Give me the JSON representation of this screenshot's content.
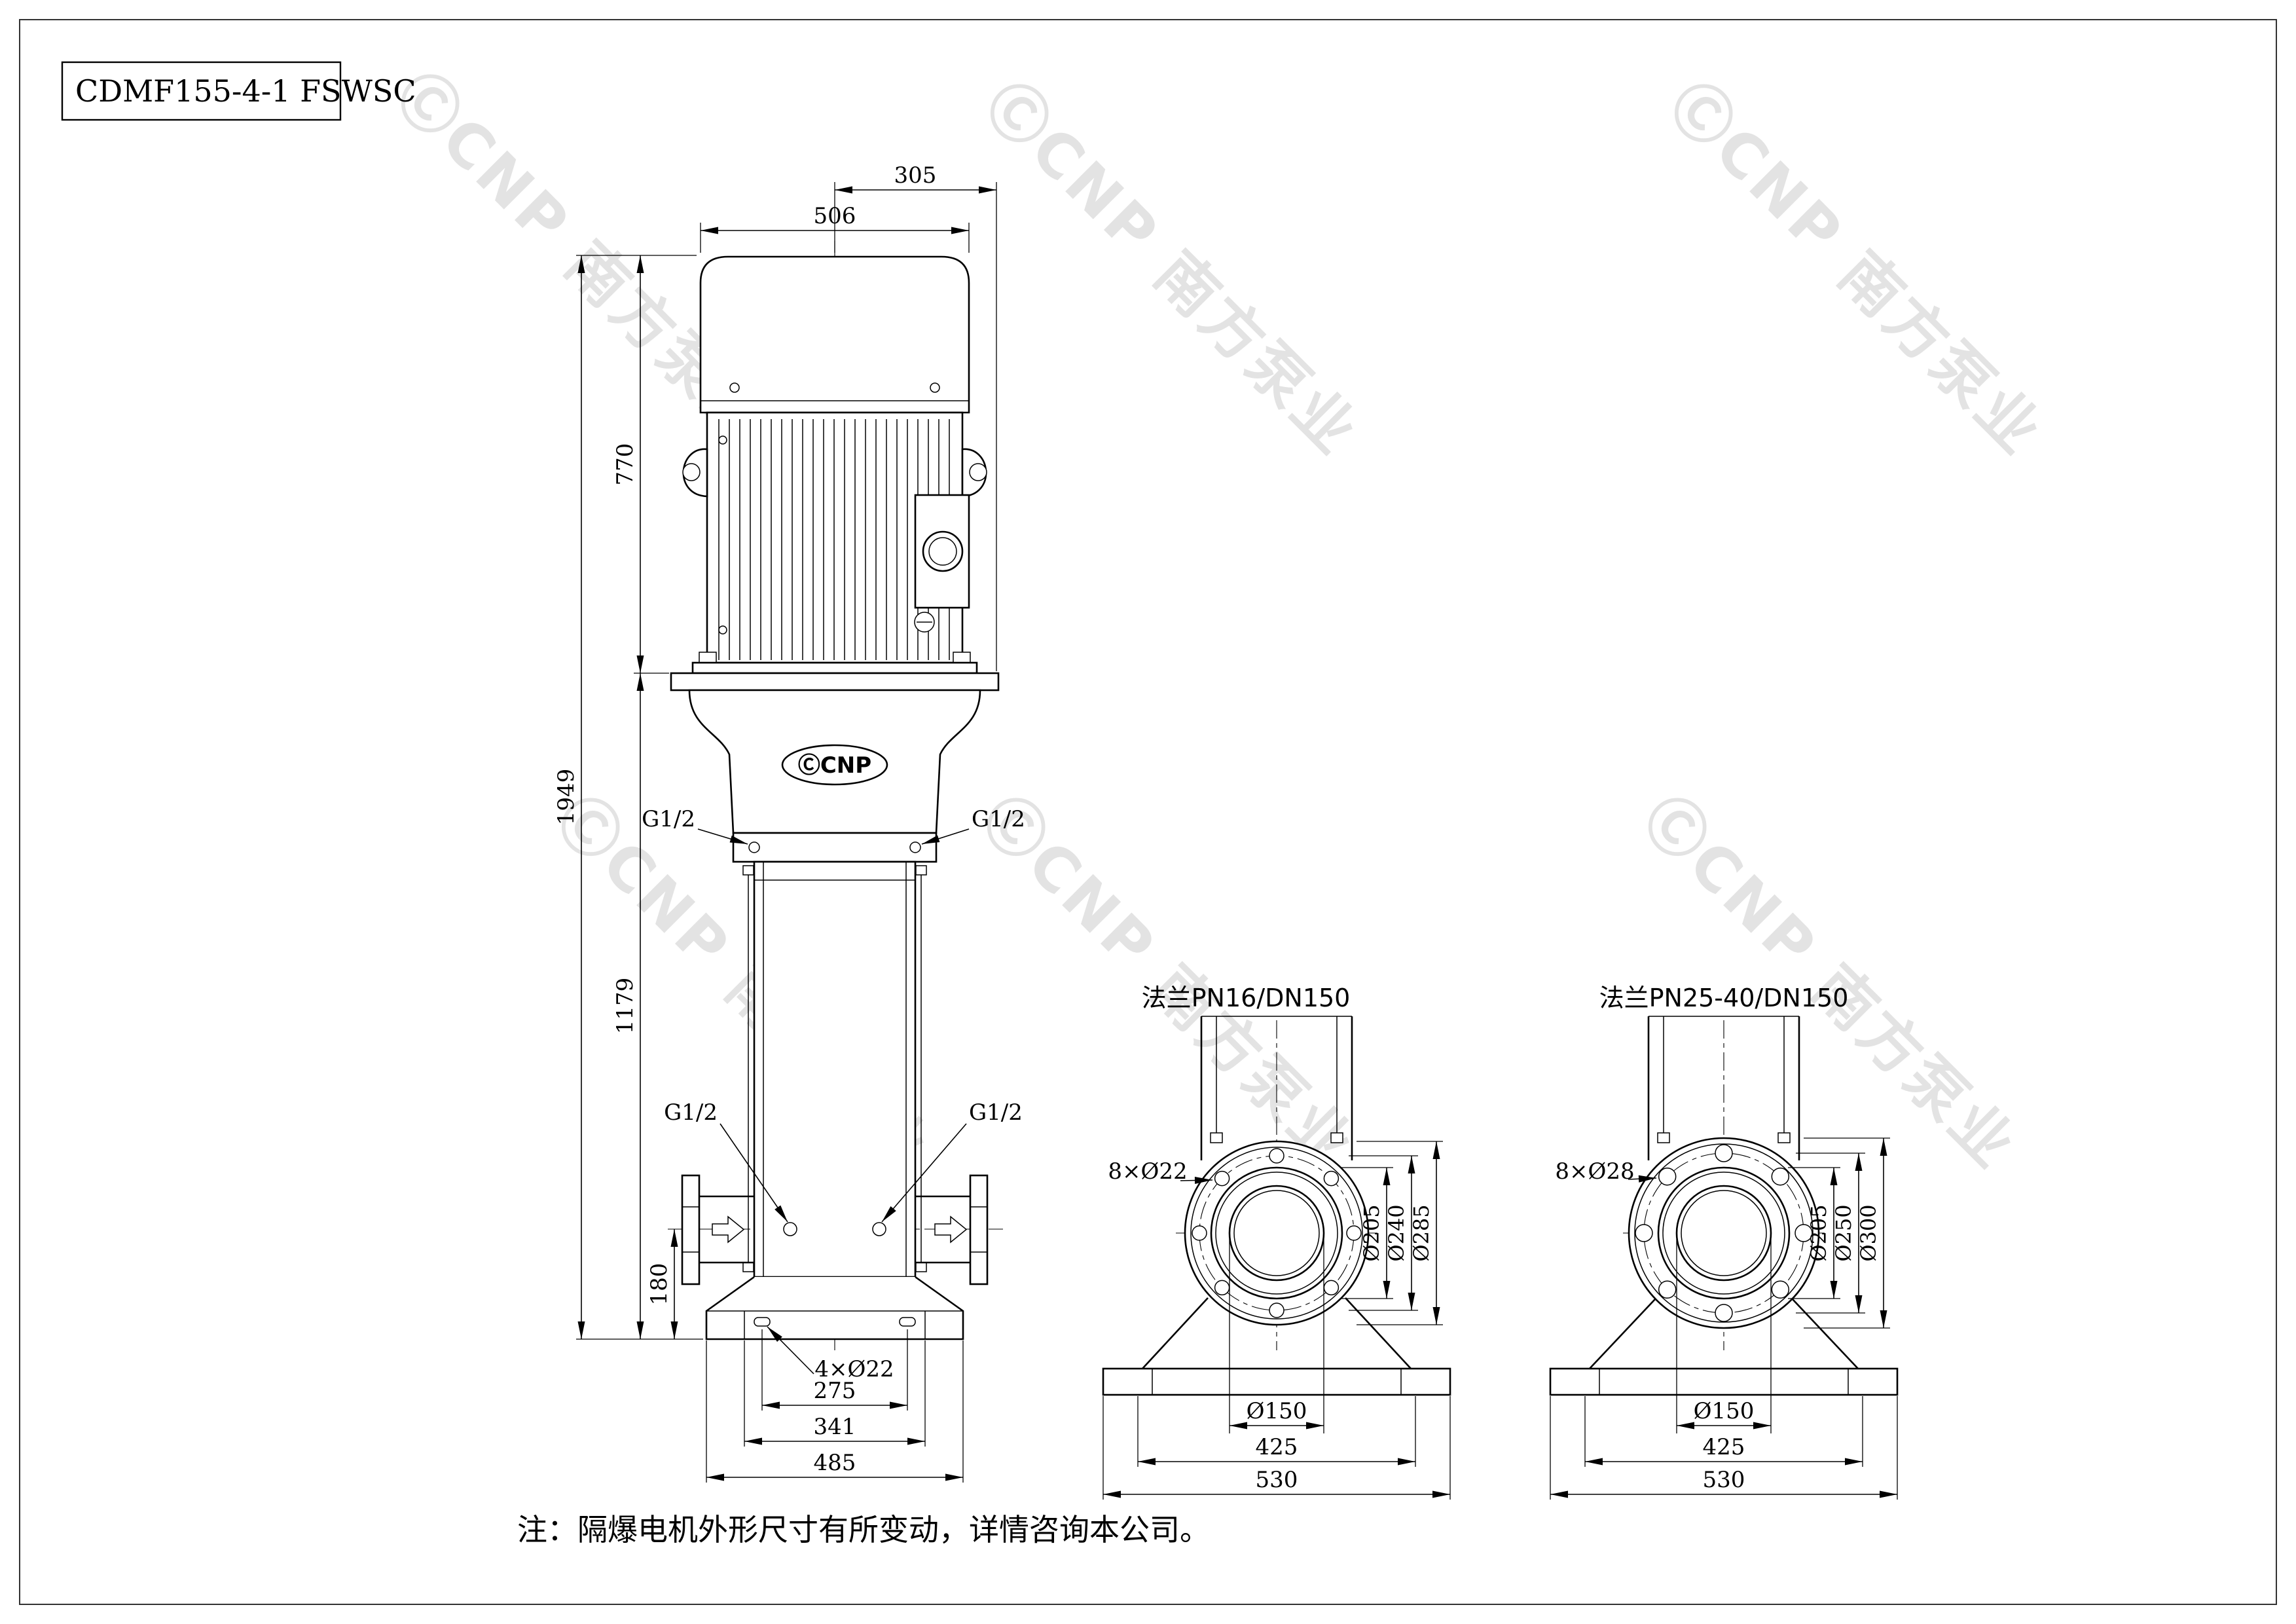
{
  "title_block": {
    "model": "CDMF155-4-1 FSWSC"
  },
  "watermark": {
    "text": "ⒸCNP 南方泵业"
  },
  "note": {
    "text": "注：隔爆电机外形尺寸有所变动，详情咨询本公司。"
  },
  "front_view": {
    "logo": "ⒸCNP",
    "dims": {
      "width_motor": "506",
      "offset_right": "305",
      "height_motor": "770",
      "height_total": "1949",
      "height_pump": "1179",
      "height_base": "180",
      "port_top_left": "G1/2",
      "port_top_right": "G1/2",
      "port_bottom_left": "G1/2",
      "port_bottom_right": "G1/2",
      "anchor_holes": "4×Ø22",
      "base_w1": "275",
      "base_w2": "341",
      "base_w3": "485"
    }
  },
  "flange_pn16": {
    "title": "法兰PN16/DN150",
    "dims": {
      "bolt_holes": "8×Ø22",
      "d1": "Ø205",
      "d2": "Ø240",
      "d3": "Ø285",
      "bore": "Ø150",
      "w1": "425",
      "w2": "530"
    }
  },
  "flange_pn25": {
    "title": "法兰PN25-40/DN150",
    "dims": {
      "bolt_holes": "8×Ø28",
      "d1": "Ø205",
      "d2": "Ø250",
      "d3": "Ø300",
      "bore": "Ø150",
      "w1": "425",
      "w2": "530"
    }
  }
}
